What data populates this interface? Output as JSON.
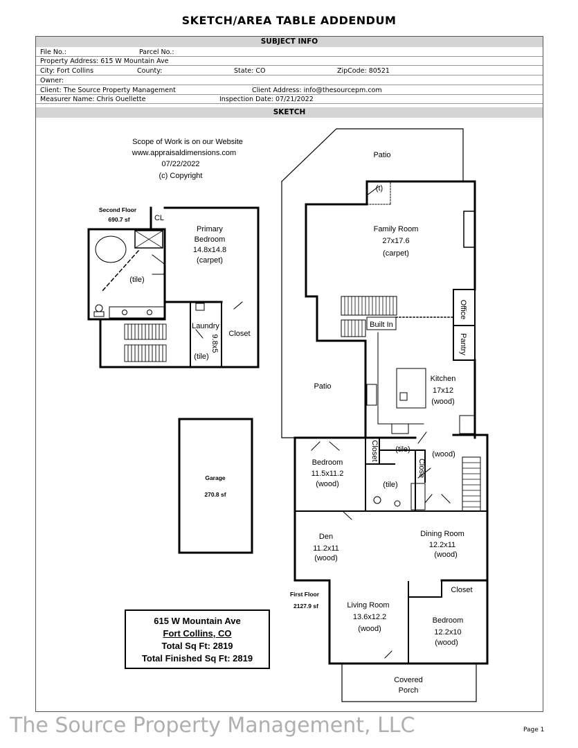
{
  "doc": {
    "title": "SKETCH/AREA TABLE ADDENDUM",
    "subject_header": "SUBJECT INFO",
    "sketch_header": "SKETCH",
    "page": "Page 1",
    "watermark": "The Source Property Management, LLC"
  },
  "subject": {
    "file_no": "File No.:",
    "parcel_no": "Parcel No.:",
    "address": "Property Address: 615 W Mountain Ave",
    "city": "City: Fort Collins",
    "county": "County:",
    "state": "State: CO",
    "zip": "ZipCode: 80521",
    "owner": "Owner:",
    "client": "Client: The Source Property Management",
    "client_address": "Client Address: info@thesourcepm.com",
    "measurer": "Measurer Name: Chris Ouellette",
    "inspection": "Inspection Date: 07/21/2022"
  },
  "scope": {
    "line1": "Scope of Work is on our Website",
    "line2": "www.appraisaldimensions.com",
    "line3": "07/22/2022",
    "line4": "(c) Copyright"
  },
  "second_floor": {
    "title": "Second Floor",
    "area": "690.7 sf",
    "cl": "CL",
    "primary_name": "Primary",
    "primary_name2": "Bedroom",
    "primary_dim": "14.8x14.8",
    "primary_floor": "(carpet)",
    "bath_floor": "(tile)",
    "laundry_name": "Laundry",
    "laundry_dim": "9.8x5",
    "laundry_floor": "(tile)",
    "closet": "Closet"
  },
  "garage": {
    "name": "Garage",
    "area": "270.8 sf"
  },
  "first_floor": {
    "title": "First Floor",
    "area": "2127.9 sf",
    "patio_top": "Patio",
    "patio_side": "Patio",
    "t": "(t)",
    "family_name": "Family Room",
    "family_dim": "27x17.6",
    "family_floor": "(carpet)",
    "office": "Office",
    "pantry": "Pantry",
    "built_in": "Built In",
    "kitchen_name": "Kitchen",
    "kitchen_dim": "17x12",
    "kitchen_floor": "(wood)",
    "closet1": "Closet",
    "closet2": "Close",
    "tile1": "(tile)",
    "tile2": "(tile)",
    "wood_hall": "(wood)",
    "bed1_name": "Bedroom",
    "bed1_dim": "11.5x11.2",
    "bed1_floor": "(wood)",
    "den_name": "Den",
    "den_dim": "11.2x11",
    "den_floor": "(wood)",
    "dining_name": "Dining Room",
    "dining_dim": "12.2x11",
    "dining_floor": "(wood)",
    "living_name": "Living Room",
    "living_dim": "13.6x12.2",
    "living_floor": "(wood)",
    "bed2_closet": "Closet",
    "bed2_name": "Bedroom",
    "bed2_dim": "12.2x10",
    "bed2_floor": "(wood)",
    "porch1": "Covered",
    "porch2": "Porch"
  },
  "summary": {
    "line1": "615 W Mountain Ave",
    "line2": "Fort Collins, CO",
    "line3": "Total Sq Ft: 2819",
    "line4": "Total Finished Sq Ft: 2819"
  }
}
